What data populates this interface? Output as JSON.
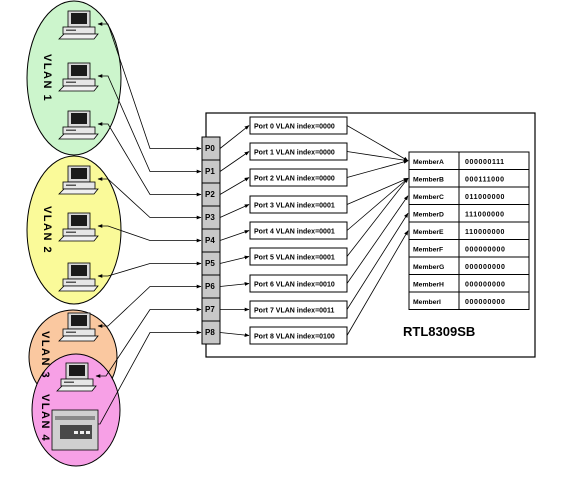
{
  "chip_label": "RTL8309SB",
  "vlans": [
    {
      "label": "VLAN 1",
      "color": "#ccf5cc"
    },
    {
      "label": "VLAN 2",
      "color": "#fafa99"
    },
    {
      "label": "VLAN 3",
      "color": "#fac8a0"
    },
    {
      "label": "VLAN 4",
      "color": "#f7a0e6"
    }
  ],
  "devices": [
    {
      "icon": "computer-icon",
      "port": 0
    },
    {
      "icon": "computer-icon",
      "port": 1
    },
    {
      "icon": "computer-icon",
      "port": 2
    },
    {
      "icon": "computer-icon",
      "port": 3
    },
    {
      "icon": "computer-icon",
      "port": 4
    },
    {
      "icon": "computer-icon",
      "port": 5
    },
    {
      "icon": "computer-icon",
      "port": 6
    },
    {
      "icon": "computer-icon",
      "port": 7
    },
    {
      "icon": "server-icon",
      "port": 8
    }
  ],
  "ports": [
    "P0",
    "P1",
    "P2",
    "P3",
    "P4",
    "P5",
    "P6",
    "P7",
    "P8"
  ],
  "port_vlan_index": [
    {
      "text": "Port 0 VLAN index=0000",
      "member_row": 0
    },
    {
      "text": "Port 1 VLAN index=0000",
      "member_row": 0
    },
    {
      "text": "Port 2 VLAN index=0000",
      "member_row": 0
    },
    {
      "text": "Port 3 VLAN index=0001",
      "member_row": 1
    },
    {
      "text": "Port 4 VLAN index=0001",
      "member_row": 1
    },
    {
      "text": "Port 5 VLAN index=0001",
      "member_row": 1
    },
    {
      "text": "Port 6 VLAN index=0010",
      "member_row": 2
    },
    {
      "text": "Port 7 VLAN index=0011",
      "member_row": 3
    },
    {
      "text": "Port 8 VLAN index=0100",
      "member_row": 4
    }
  ],
  "members": [
    {
      "name": "MemberA",
      "bits": "000000111"
    },
    {
      "name": "MemberB",
      "bits": "000111000"
    },
    {
      "name": "MemberC",
      "bits": "011000000"
    },
    {
      "name": "MemberD",
      "bits": "111000000"
    },
    {
      "name": "MemberE",
      "bits": "110000000"
    },
    {
      "name": "MemberF",
      "bits": "000000000"
    },
    {
      "name": "MemberG",
      "bits": "000000000"
    },
    {
      "name": "MemberH",
      "bits": "000000000"
    },
    {
      "name": "MemberI",
      "bits": "000000000"
    }
  ]
}
